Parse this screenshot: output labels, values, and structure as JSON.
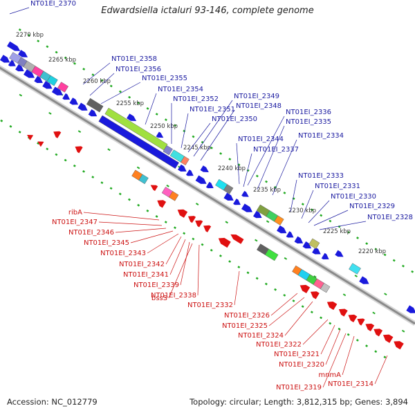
{
  "title": "Edwardsiella ictaluri 93-146, complete genome",
  "footer": {
    "accession": "Accession: NC_012779",
    "topology": "Topology: circular; Length: 3,812,315 bp; Genes: 3,894"
  },
  "colors": {
    "forward_gene": "#1a1adc",
    "reverse_gene": "#e01010",
    "backbone": "#888888",
    "tick": "#22aa22",
    "forward_label": "#1a1aa0",
    "reverse_label": "#cc1111"
  },
  "scale_labels": [
    "2270 kbp",
    "2265 kbp",
    "2260 kbp",
    "2255 kbp",
    "2250 kbp",
    "2245 kbp",
    "2240 kbp",
    "2235 kbp",
    "2230 kbp",
    "2225 kbp",
    "2220 kbp"
  ],
  "forward_labels": [
    "NT01EI_2370",
    "NT01EI_2358",
    "NT01EI_2356",
    "NT01EI_2355",
    "NT01EI_2354",
    "NT01EI_2352",
    "NT01EI_2351",
    "NT01EI_2350",
    "NT01EI_2349",
    "NT01EI_2348",
    "NT01EI_2344",
    "NT01EI_2337",
    "NT01EI_2336",
    "NT01EI_2335",
    "NT01EI_2334",
    "NT01EI_2333",
    "NT01EI_2331",
    "NT01EI_2330",
    "NT01EI_2329",
    "NT01EI_2328"
  ],
  "reverse_labels": [
    "ribA",
    "NT01EI_2347",
    "NT01EI_2346",
    "NT01EI_2345",
    "NT01EI_2343",
    "NT01EI_2342",
    "NT01EI_2341",
    "NT01EI_2339",
    "bssS",
    "NT01EI_2338",
    "NT01EI_2332",
    "NT01EI_2326",
    "NT01EI_2325",
    "NT01EI_2324",
    "NT01EI_2322",
    "NT01EI_2321",
    "NT01EI_2320",
    "mnmA",
    "NT01EI_2319",
    "NT01EI_2314"
  ]
}
